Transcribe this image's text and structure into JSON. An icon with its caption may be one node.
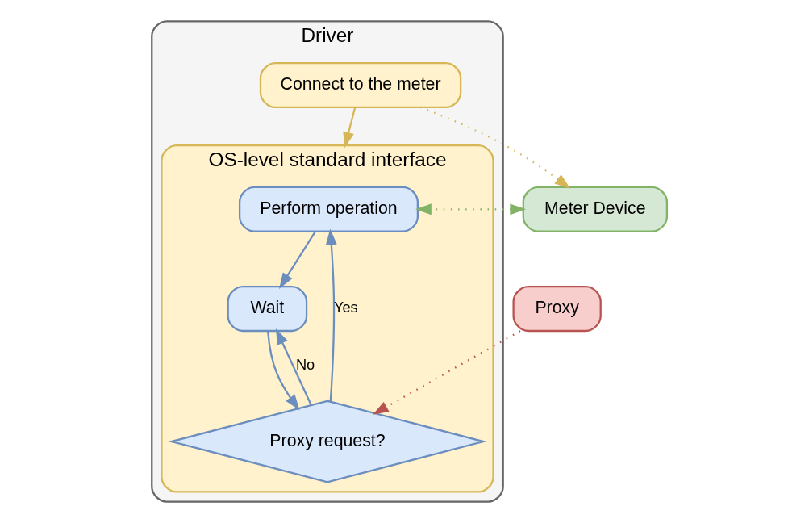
{
  "diagram": {
    "nodes": [
      {
        "text": [
          "Driver"
        ]
      },
      {
        "text": [
          "Connect to the meter"
        ],
        "in": 0
      },
      {
        "text": [
          "OS-level standard interface"
        ],
        "in": 0
      },
      {
        "text": [
          "Perform operation"
        ],
        "in": 2
      },
      {
        "text": [
          "Wait"
        ],
        "in": 2
      },
      {
        "text": [
          "Proxy request?"
        ],
        "in": 2
      },
      {
        "text": [
          "Meter Device"
        ]
      },
      {
        "text": [
          "Proxy"
        ]
      }
    ],
    "edges": [
      {
        "from": 1,
        "to": 6,
        "arrow": "to",
        "style": "dashed",
        "color": "#d6b656"
      },
      {
        "from": 6,
        "to": 3,
        "arrow": "both",
        "style": "dashed",
        "color": "#82b366"
      },
      {
        "from": 1,
        "to": 2,
        "arrow": "to",
        "color": "#d6b656"
      },
      {
        "from": 3,
        "to": 4,
        "arrow": "to"
      },
      {
        "from": 5,
        "to": 4,
        "arrow": "to",
        "label": "No"
      },
      {
        "from": 4,
        "to": 5,
        "arrow": "to"
      },
      {
        "from": 5,
        "to": 3,
        "arrow": "to",
        "label": "Yes"
      },
      {
        "from": 7,
        "to": 5,
        "arrow": "to",
        "style": "dashed",
        "color": "#b85450"
      }
    ]
  }
}
